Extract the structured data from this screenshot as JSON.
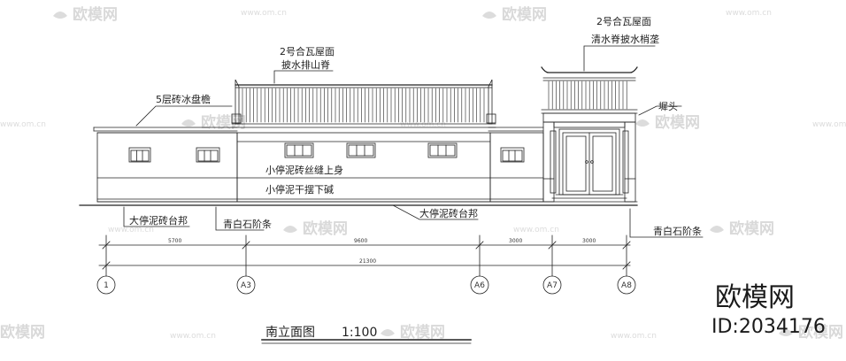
{
  "drawing": {
    "title": "南立面图",
    "scale": "1:100"
  },
  "annotations": {
    "roof_main_1": "2号合瓦屋面",
    "roof_main_2": "披水排山脊",
    "roof_gate_1": "2号合瓦屋面",
    "roof_gate_2": "清水脊披水梢垄",
    "eave_5": "5层砖冰盘檐",
    "head": "墀头",
    "wall_upper": "小停泥砖丝缝上身",
    "wall_lower": "小停泥干摆下碱",
    "base_left": "大停泥砖台邦",
    "step_left": "青白石阶条",
    "base_mid": "大停泥砖台邦",
    "step_right": "青白石阶条"
  },
  "dimensions": {
    "seg1": "5700",
    "seg2": "9600",
    "seg3": "3000",
    "seg4": "3000",
    "total": "21300"
  },
  "axes": [
    "1",
    "A3",
    "A6",
    "A7",
    "A8"
  ],
  "watermark": {
    "brand": "欧模网",
    "site": "www.om.cn",
    "id": "ID:2034176"
  },
  "colors": {
    "line": "#222222",
    "watermark": "#d9d9d9"
  }
}
